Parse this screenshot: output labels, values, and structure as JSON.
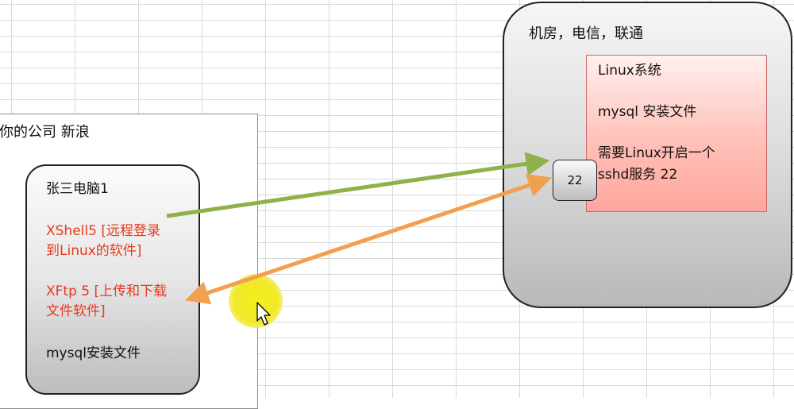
{
  "company": {
    "label": "你的公司 新浪"
  },
  "pc": {
    "title": "张三电脑1",
    "xshell_line1": "XShell5 [远程登录",
    "xshell_line2": "到Linux的软件]",
    "xftp_line1": "XFtp 5 [上传和下载",
    "xftp_line2": "文件软件]",
    "mysql": "mysql安装文件"
  },
  "room": {
    "title": "机房，电信，联通"
  },
  "server": {
    "os": "Linux系统",
    "mysql": "mysql 安装文件",
    "need_line1": "需要Linux开启一个",
    "need_line2": "sshd服务 22"
  },
  "port": {
    "label": "22"
  },
  "colors": {
    "xshell_arrow": "#8fb04a",
    "xftp_arrow": "#f0a050",
    "red_text": "#e8391d"
  }
}
